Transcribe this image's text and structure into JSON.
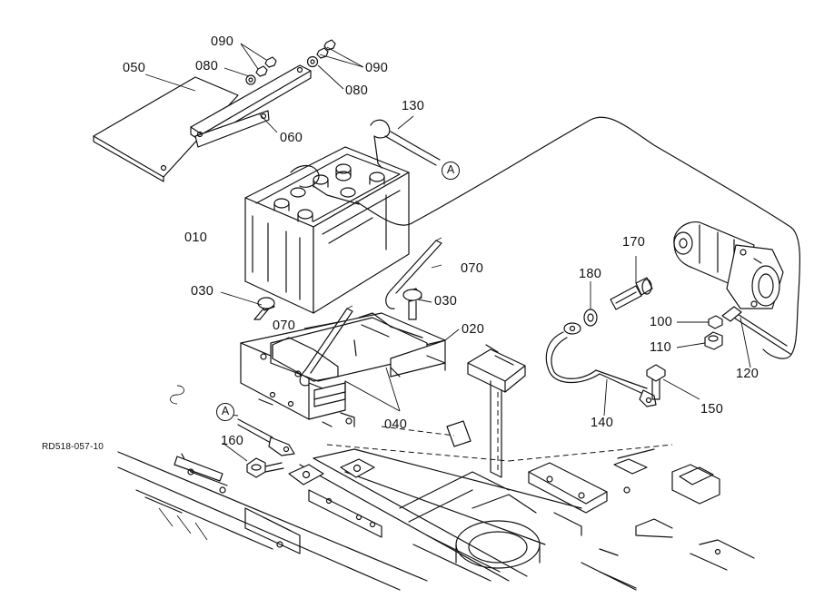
{
  "diagram": {
    "reference_code": "RD518-057-10",
    "callout_letter": "A",
    "part_labels": [
      {
        "id": "p050",
        "text": "050"
      },
      {
        "id": "p080a",
        "text": "080"
      },
      {
        "id": "p090a",
        "text": "090"
      },
      {
        "id": "p090b",
        "text": "090"
      },
      {
        "id": "p080b",
        "text": "080"
      },
      {
        "id": "p060",
        "text": "060"
      },
      {
        "id": "p130",
        "text": "130"
      },
      {
        "id": "p010",
        "text": "010"
      },
      {
        "id": "p030a",
        "text": "030"
      },
      {
        "id": "p070a",
        "text": "070"
      },
      {
        "id": "p030b",
        "text": "030"
      },
      {
        "id": "p070b",
        "text": "070"
      },
      {
        "id": "p020",
        "text": "020"
      },
      {
        "id": "p040",
        "text": "040"
      },
      {
        "id": "p160",
        "text": "160"
      },
      {
        "id": "p170",
        "text": "170"
      },
      {
        "id": "p180",
        "text": "180"
      },
      {
        "id": "p100",
        "text": "100"
      },
      {
        "id": "p110",
        "text": "110"
      },
      {
        "id": "p120",
        "text": "120"
      },
      {
        "id": "p150",
        "text": "150"
      },
      {
        "id": "p140",
        "text": "140"
      }
    ]
  }
}
